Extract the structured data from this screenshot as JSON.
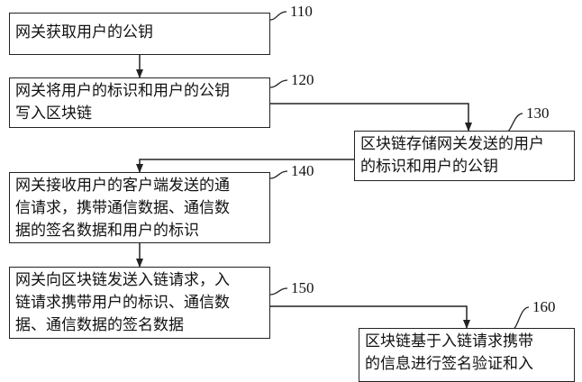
{
  "steps": [
    {
      "ref": "110",
      "lines": [
        "网关获取用户的公钥"
      ]
    },
    {
      "ref": "120",
      "lines": [
        "网关将用户的标识和用户的公钥",
        "写入区块链"
      ]
    },
    {
      "ref": "130",
      "lines": [
        "区块链存储网关发送的用户",
        "的标识和用户的公钥"
      ]
    },
    {
      "ref": "140",
      "lines": [
        "网关接收用户的客户端发送的通",
        "信请求，携带通信数据、通信数",
        "据的签名数据和用户的标识"
      ]
    },
    {
      "ref": "150",
      "lines": [
        "网关向区块链发送入链请求，入",
        "链请求携带用户的标识、通信数",
        "据、通信数据的签名数据"
      ]
    },
    {
      "ref": "160",
      "lines": [
        "区块链基于入链请求携带",
        "的信息进行签名验证和入"
      ]
    }
  ],
  "colors": {
    "stroke": "#222222",
    "text": "#111111",
    "background": "#ffffff"
  }
}
